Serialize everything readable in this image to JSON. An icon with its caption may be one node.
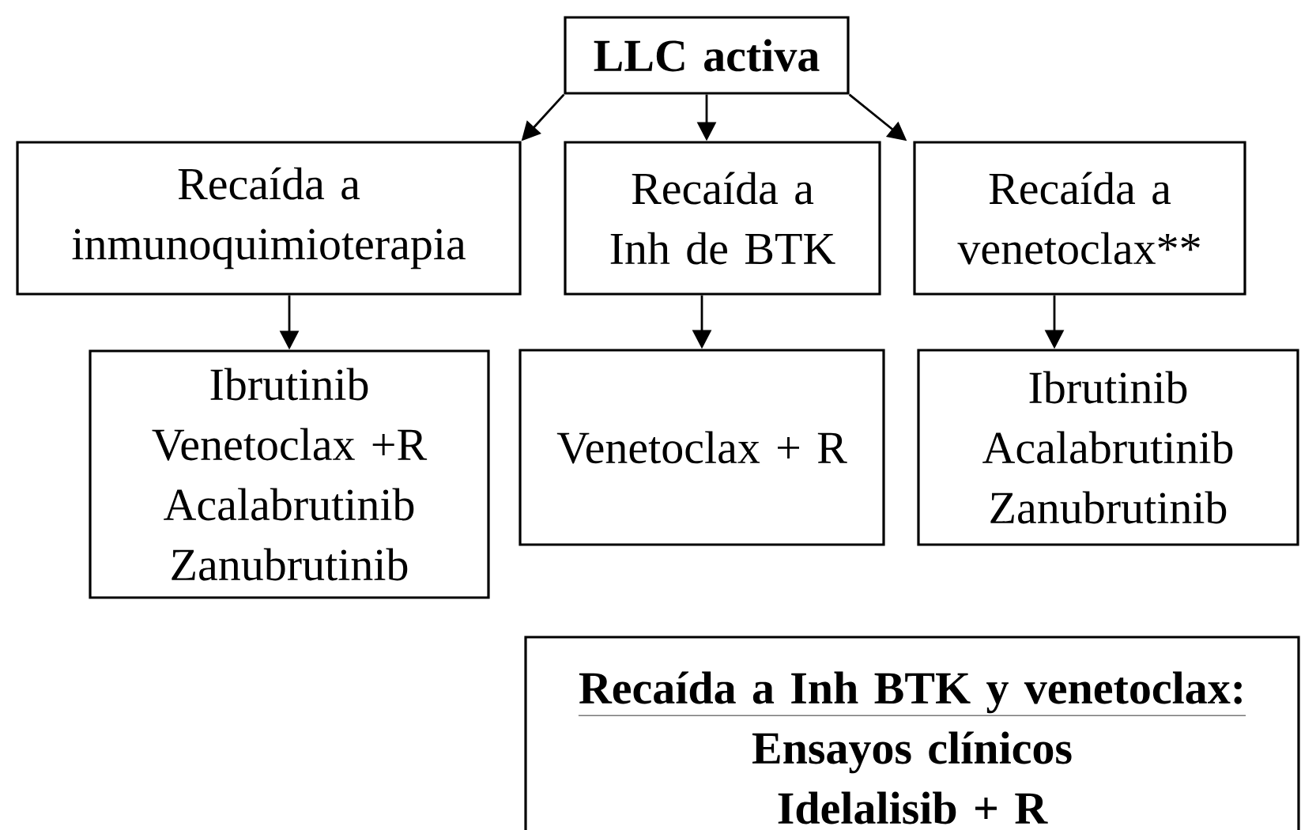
{
  "diagram": {
    "nodes": [
      {
        "text": [
          "LLC activa"
        ]
      },
      {
        "text": [
          "Recaída a inmunoquimioterapia"
        ]
      },
      {
        "text": [
          "Recaída a Inh de BTK"
        ]
      },
      {
        "text": [
          "Recaída a venetoclax**"
        ]
      },
      {
        "text": [
          "Ibrutinib",
          "Venetoclax +R",
          "Acalabrutinib",
          "Zanubrutinib"
        ]
      },
      {
        "text": [
          "Venetoclax + R"
        ]
      },
      {
        "text": [
          "Ibrutinib",
          "Acalabrutinib",
          "Zanubrutinib"
        ]
      },
      {
        "text": [
          "Recaída a Inh BTK y venetoclax:",
          "Ensayos clínicos",
          "Idelalisib + R"
        ]
      }
    ],
    "edges": [
      {
        "from": 0,
        "to": 1,
        "arrow": "to"
      },
      {
        "from": 0,
        "to": 2,
        "arrow": "to"
      },
      {
        "from": 0,
        "to": 3,
        "arrow": "to"
      },
      {
        "from": 1,
        "to": 4,
        "arrow": "to"
      },
      {
        "from": 2,
        "to": 5,
        "arrow": "to"
      },
      {
        "from": 3,
        "to": 6,
        "arrow": "to"
      }
    ]
  }
}
